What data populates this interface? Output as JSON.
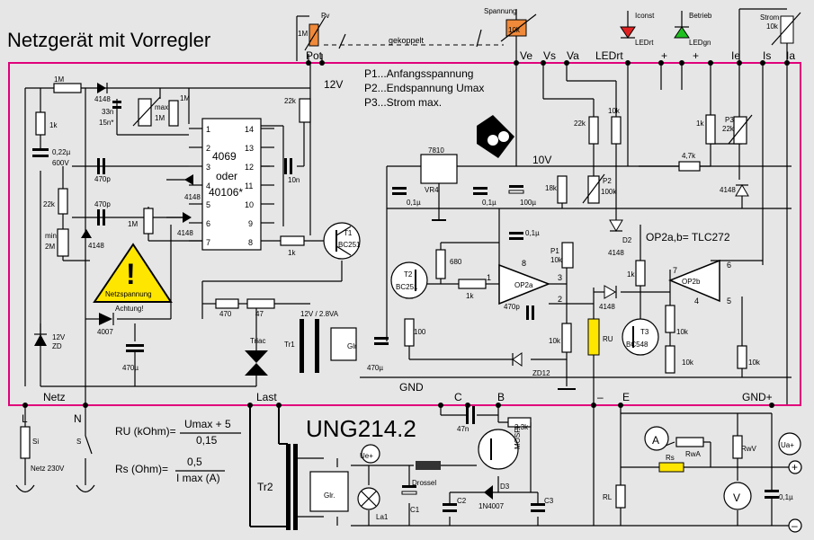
{
  "title": "Netzgerät mit Vorregler",
  "model": "UNG214.2",
  "colors": {
    "board_outline": "#e0007a",
    "background": "#e6e6e6",
    "pot_body": "#f08a3a",
    "warning_yellow": "#ffe600",
    "led_red": "#e02020",
    "led_green": "#20c020",
    "resistor_yellow": "#ffe600"
  },
  "top_terminals": {
    "pot": "Pot",
    "ve": "Ve",
    "vs": "Vs",
    "va": "Va",
    "ledrt": "LEDrt",
    "plus1": "+",
    "plus2": "+",
    "ie": "Ie",
    "is": "Is",
    "ia": "Ia"
  },
  "top_parts": {
    "pv_label": "Pv",
    "pv_value": "1M",
    "gekoppelt": "gekoppelt",
    "spannung": "Spannung",
    "spannung_value": "10k",
    "iconst": "Iconst",
    "ledrt_sub": "LEDrt",
    "betrieb": "Betrieb",
    "ledgn": "LEDgn",
    "strom": "Strom",
    "strom_value": "10k"
  },
  "notes": {
    "voltage_12v": "12V",
    "p1": "P1...Anfangsspannung",
    "p2": "P2...Endspannung Umax",
    "p3": "P3...Strom max.",
    "voltage_10v": "10V",
    "opamp_type": "OP2a,b= TLC272",
    "netzspannung": "Netzspannung",
    "achtung": "Achtung!"
  },
  "ic": {
    "name1": "4069",
    "name2": "oder",
    "name3": "40106*",
    "pins_left": [
      "1",
      "2",
      "3",
      "4",
      "5",
      "6",
      "7"
    ],
    "pins_right": [
      "14",
      "13",
      "12",
      "11",
      "10",
      "9",
      "8"
    ]
  },
  "components": {
    "r_1m_top": "1M",
    "d_4148_a": "4148",
    "c_33n": "33n",
    "c_15n": "15n*",
    "pot_max": "max",
    "pot_max_val": "1M",
    "r_1m_b": "1M",
    "r_22k_a": "22k",
    "r_1k_a": "1k",
    "c_022": "0,22µ",
    "c_600v": "600V",
    "c_470p_a": "470p",
    "c_470p_b": "470p",
    "d_4148_b": "4148",
    "d_4148_c": "4148",
    "r_22k_b": "22k",
    "pot_min": "min",
    "pot_min_val": "2M",
    "d_4148_d": "4148",
    "r_1m_c": "1M",
    "c_10n": "10n",
    "r_1k_b": "1k",
    "t1": "T1",
    "t1_type": "BC251",
    "vr_7810": "7810",
    "vr4": "VR4",
    "c_01u_a": "0,1µ",
    "c_01u_b": "0,1µ",
    "c_100u": "100µ",
    "c_01u_c": "0,1µ",
    "r_22k_c": "22k",
    "r_10k_a": "10k",
    "r_4k7": "4,7k",
    "r_1k_c": "1k",
    "p3_lbl": "P3",
    "p3_val": "22k",
    "d_4148_e": "4148",
    "r_18k": "18k",
    "p2_lbl": "P2",
    "p2_val": "100k",
    "d2": "D2",
    "d2_type": "4148",
    "p1_lbl": "P1",
    "p1_val": "10k",
    "t2": "T2",
    "t2_type": "BC251",
    "r_680": "680",
    "r_1k_d": "1k",
    "op2a": "OP2a",
    "pin_1": "1",
    "pin_8": "8",
    "pin_3": "3",
    "pin_2": "2",
    "c_470p_c": "470p",
    "d_4148_f": "4148",
    "r_1k_e": "1k",
    "op2b": "OP2b",
    "pin_7": "7",
    "pin_6": "6",
    "pin_4": "4",
    "pin_5": "5",
    "t3": "T3",
    "t3_type": "BC548",
    "r_10k_b": "10k",
    "r_10k_c": "10k",
    "r_10k_d": "10k",
    "ru": "RU",
    "r_10k_e": "10k",
    "r_1m_d": "1M",
    "d_4007": "4007",
    "zd_12v": "12V",
    "zd": "ZD",
    "c_470u_a": "470µ",
    "triac": "Triac",
    "r_470": "470",
    "r_47": "47",
    "tr1": "Tr1",
    "tr1_rating": "12V / 2.8VA",
    "glr_a": "Glr",
    "c_470u_b": "470µ",
    "r_100": "100",
    "zd12": "ZD12",
    "gnd": "GND"
  },
  "bottom_terminals": {
    "netz": "Netz",
    "last": "Last",
    "c": "C",
    "b": "B",
    "minus": "–",
    "e": "E",
    "gnd_plus": "GND+"
  },
  "bottom_parts": {
    "l": "L",
    "n": "N",
    "si": "Si",
    "s": "S",
    "netz_230v": "Netz 230V",
    "formula_ru_left": "RU (kOhm)=",
    "formula_ru_num": "Umax + 5",
    "formula_ru_den": "0,15",
    "formula_rs_left": "Rs (Ohm)=",
    "formula_rs_num": "0,5",
    "formula_rs_den": "I max (A)",
    "tr2": "Tr2",
    "glr_b": "Glr.",
    "ue_plus": "Ue+",
    "la1": "La1",
    "c1": "C1",
    "drossel": "Drossel",
    "c_47n": "47n",
    "r_3k3": "3,3k",
    "mosfet": "MOSFET",
    "c2": "C2",
    "d3": "D3",
    "d3_type": "1N4007",
    "c3": "C3",
    "rl": "RL",
    "amp_a": "A",
    "rs": "Rs",
    "rwa": "RwA",
    "rwv": "RwV",
    "ua_plus": "Ua+",
    "volt_v": "V",
    "c_01u_out": "0,1µ",
    "term_plus": "+",
    "term_minus": "–"
  }
}
